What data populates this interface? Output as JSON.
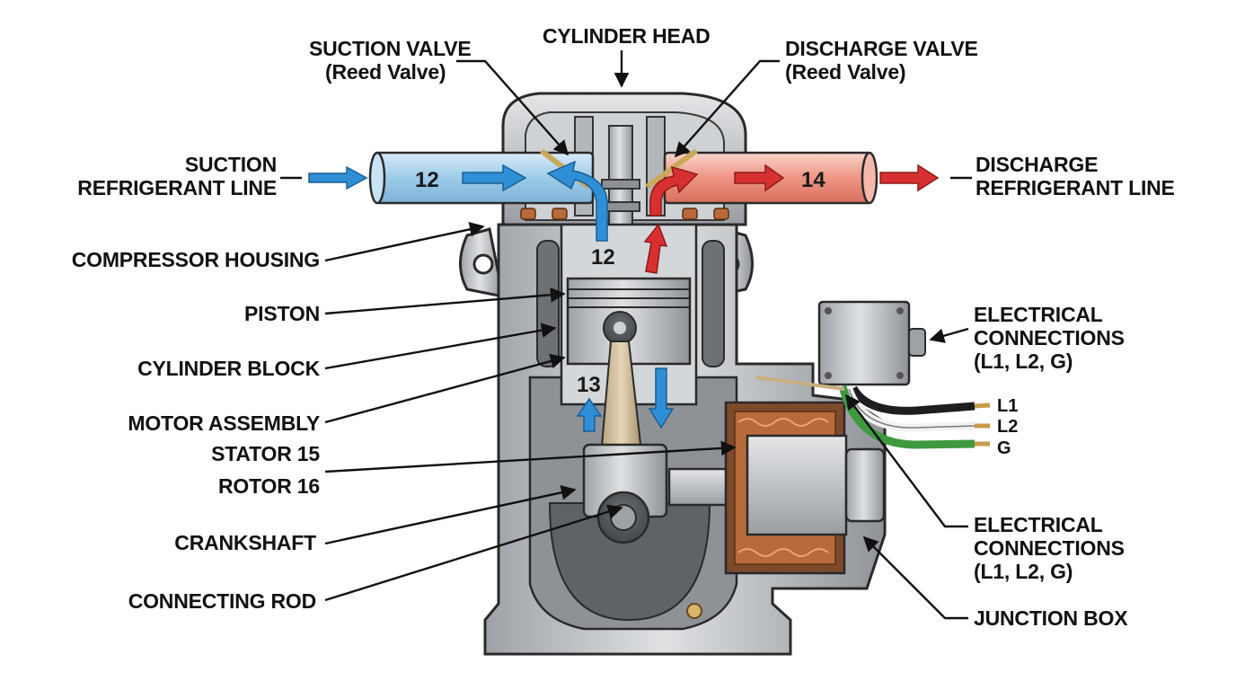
{
  "labels": {
    "cylinder_head": "CYLINDER HEAD",
    "suction_valve": [
      "SUCTION VALVE",
      "(Reed Valve)"
    ],
    "discharge_valve": [
      "DISCHARGE VALVE",
      "(Reed Valve)"
    ],
    "suction_line": [
      "SUCTION",
      "REFRIGERANT LINE"
    ],
    "discharge_line": [
      "DISCHARGE",
      "REFRIGERANT LINE"
    ],
    "compressor_housing": "COMPRESSOR HOUSING",
    "piston": "PISTON",
    "cylinder_block": "CYLINDER BLOCK",
    "motor_assembly": "MOTOR ASSEMBLY",
    "stator": "STATOR 15",
    "rotor": "ROTOR 16",
    "crankshaft": "CRANKSHAFT",
    "connecting_rod": "CONNECTING ROD",
    "electrical_top": [
      "ELECTRICAL",
      "CONNECTIONS",
      "(L1, L2, G)"
    ],
    "electrical_bottom": [
      "ELECTRICAL",
      "CONNECTIONS",
      "(L1, L2, G)"
    ],
    "junction_box": "JUNCTION BOX"
  },
  "numbers": {
    "suction_pipe": "12",
    "suction_chamber": "12",
    "discharge_pipe": "14",
    "cylinder": "13"
  },
  "wires": [
    "L1",
    "L2",
    "G"
  ],
  "colors": {
    "suction_flow": "#2e8fd6",
    "discharge_flow": "#d83030",
    "suction_pipe": "#a9d4ee",
    "discharge_pipe": "#ef9a8a",
    "housing": "#b9bcc0",
    "ground_wire": "#3f9a3f",
    "copper": "#b86a3a"
  }
}
